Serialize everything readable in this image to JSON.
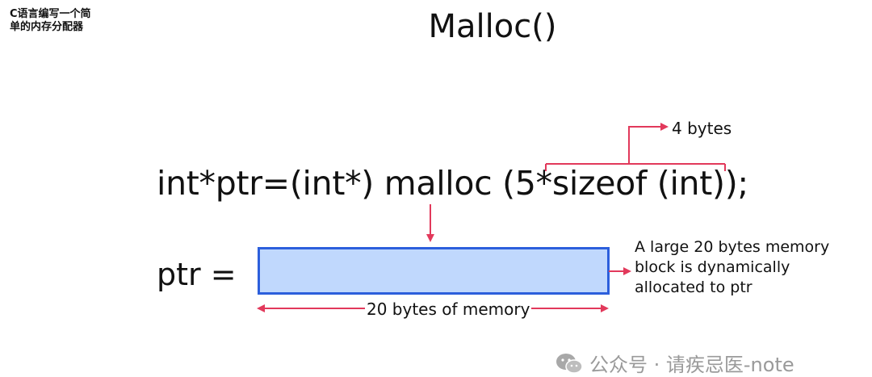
{
  "corner_label": [
    "C语言编写一个简",
    "单的内存分配器"
  ],
  "title": "Malloc()",
  "code_line": "int*ptr=(int*) malloc (5*sizeof (int));",
  "ptr_label": "ptr =",
  "bytes_label": "4 bytes",
  "memory_caption": "20 bytes of memory",
  "annotation": [
    "A large 20 bytes memory",
    "block is dynamically",
    "allocated to ptr"
  ],
  "watermark": {
    "icon": "wechat-icon",
    "text": "公众号 · 请疾忌医-note"
  },
  "colors": {
    "arrow": "#e2395b",
    "block_fill": "#c0d8fd",
    "block_border": "#2c5fdc",
    "text": "#111111",
    "watermark": "#9a9a9a"
  }
}
